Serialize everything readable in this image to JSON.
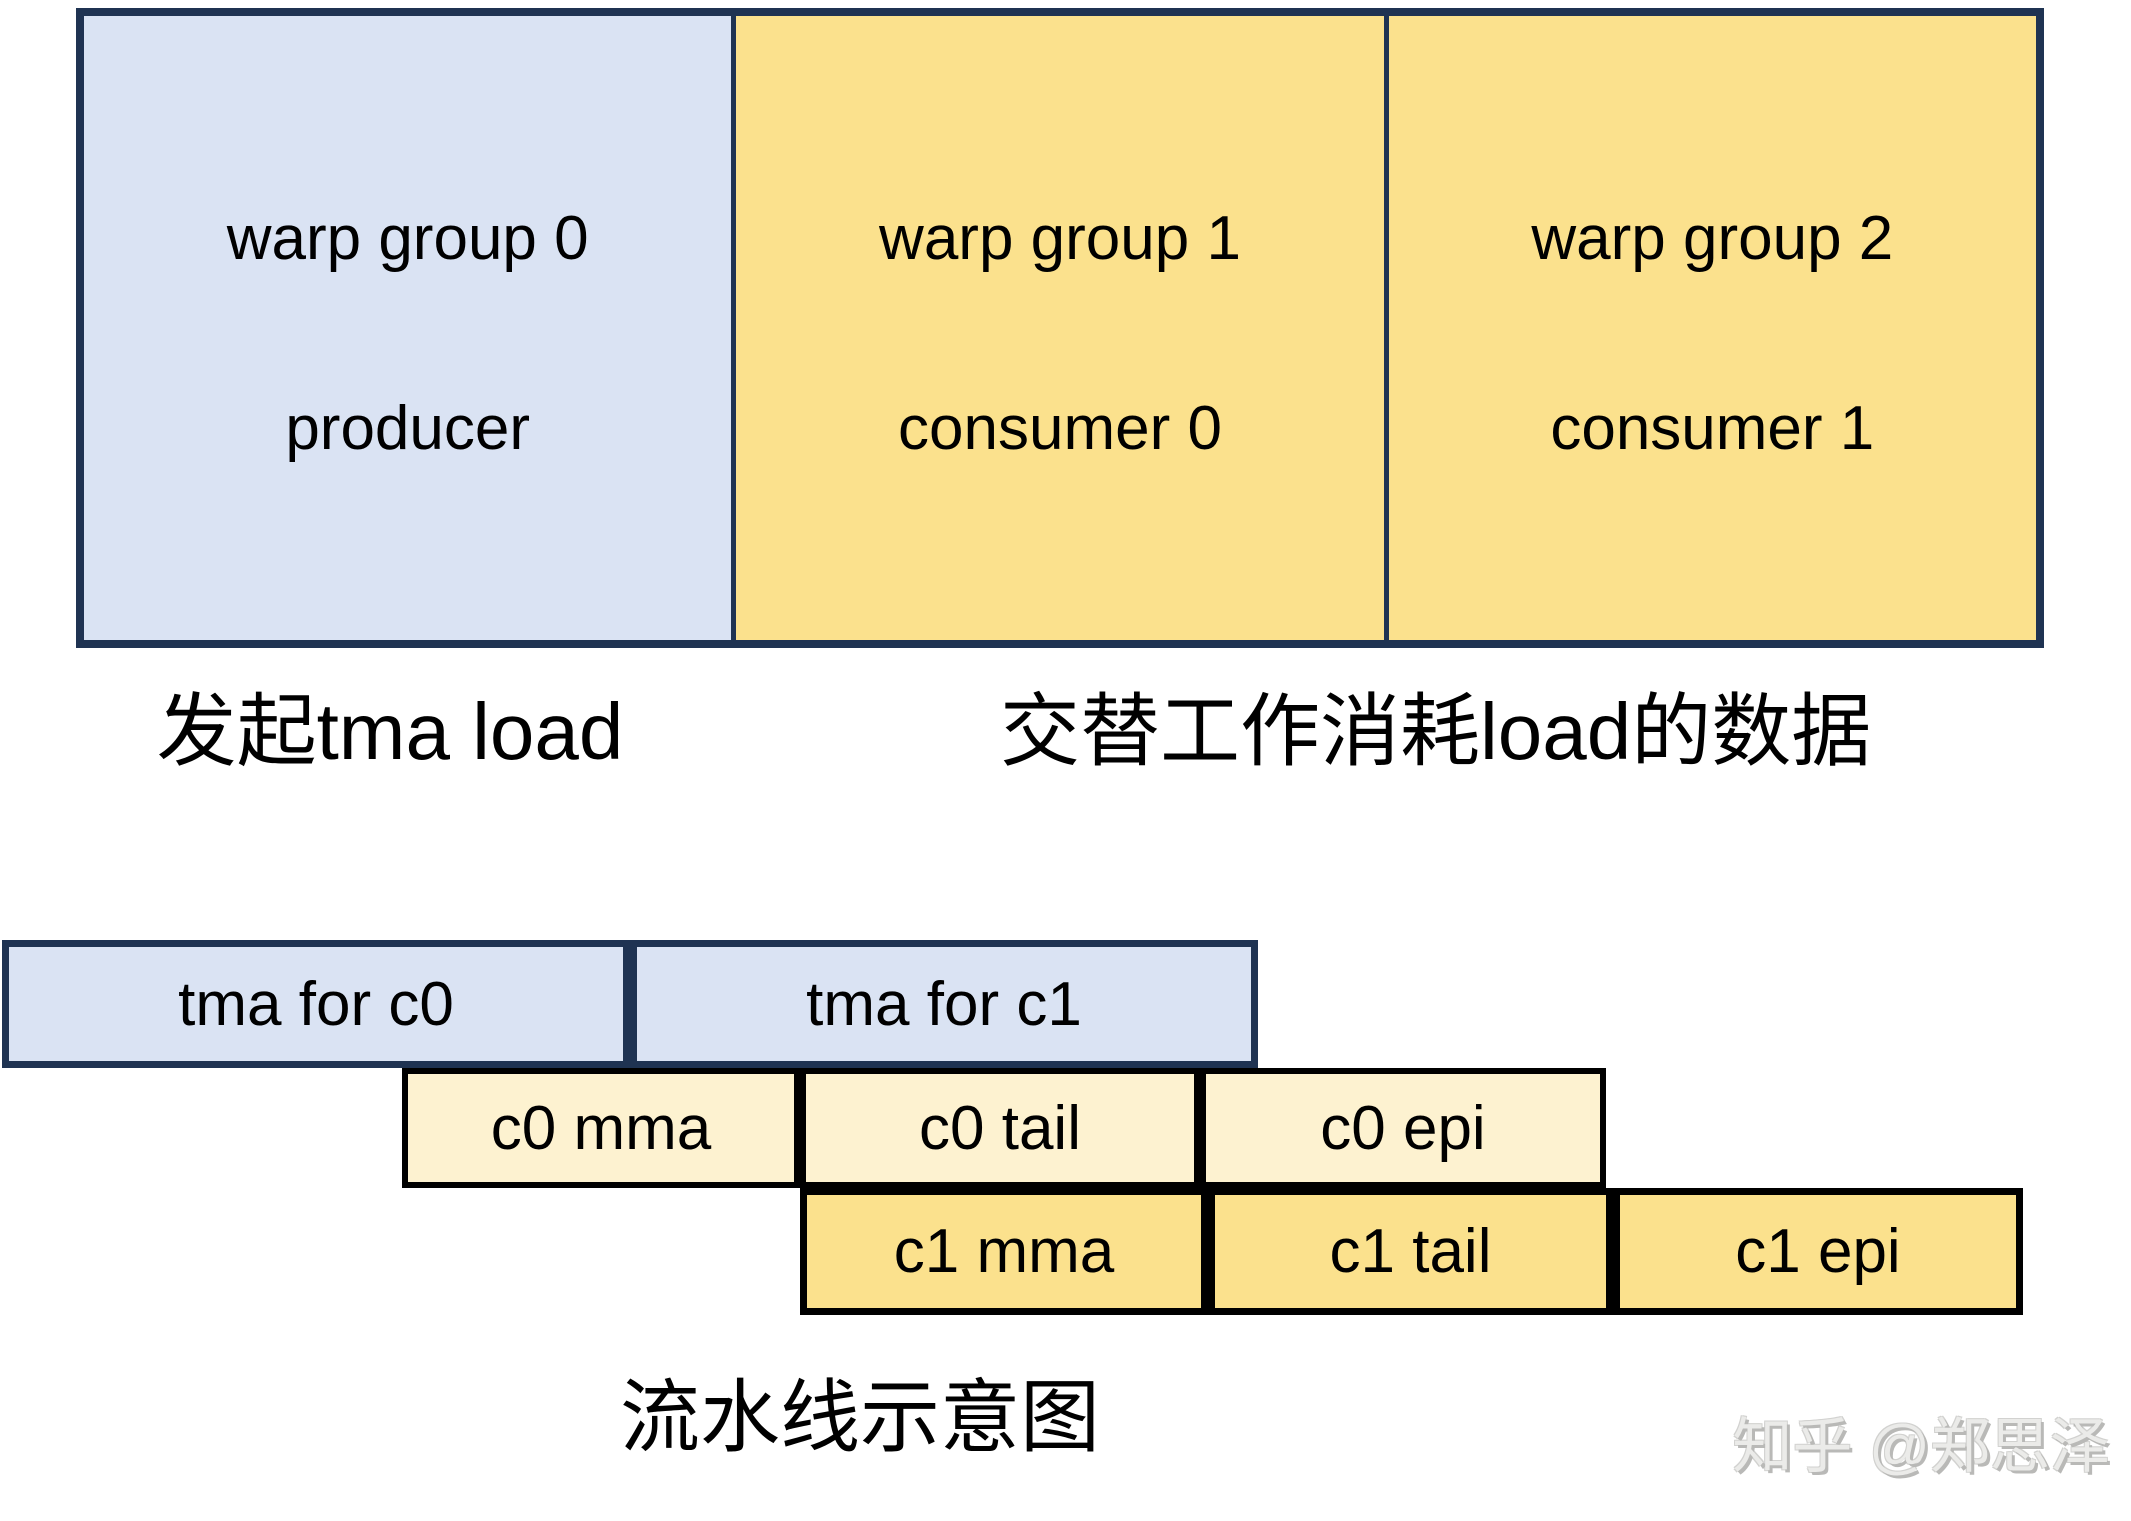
{
  "colors": {
    "navy_border": "#1f3352",
    "blue_fill": "#dae3f3",
    "yellow_fill": "#fbe18d",
    "cream_fill": "#fdf2d0",
    "black_border": "#000000",
    "watermark_gray": "#b9b9b7"
  },
  "warp_groups": [
    {
      "title": "warp group 0",
      "role": "producer"
    },
    {
      "title": "warp group 1",
      "role": "consumer 0"
    },
    {
      "title": "warp group 2",
      "role": "consumer 1"
    }
  ],
  "annotations": {
    "producer_note": "发起tma load",
    "consumer_note": "交替工作消耗load的数据",
    "pipeline_title": "流水线示意图"
  },
  "pipeline": {
    "tma_row": [
      {
        "label": "tma for c0"
      },
      {
        "label": "tma for c1"
      }
    ],
    "c0_row": [
      {
        "label": "c0 mma"
      },
      {
        "label": "c0 tail"
      },
      {
        "label": "c0 epi"
      }
    ],
    "c1_row": [
      {
        "label": "c1 mma"
      },
      {
        "label": "c1 tail"
      },
      {
        "label": "c1 epi"
      }
    ]
  },
  "watermark": "知乎 @郑思泽"
}
